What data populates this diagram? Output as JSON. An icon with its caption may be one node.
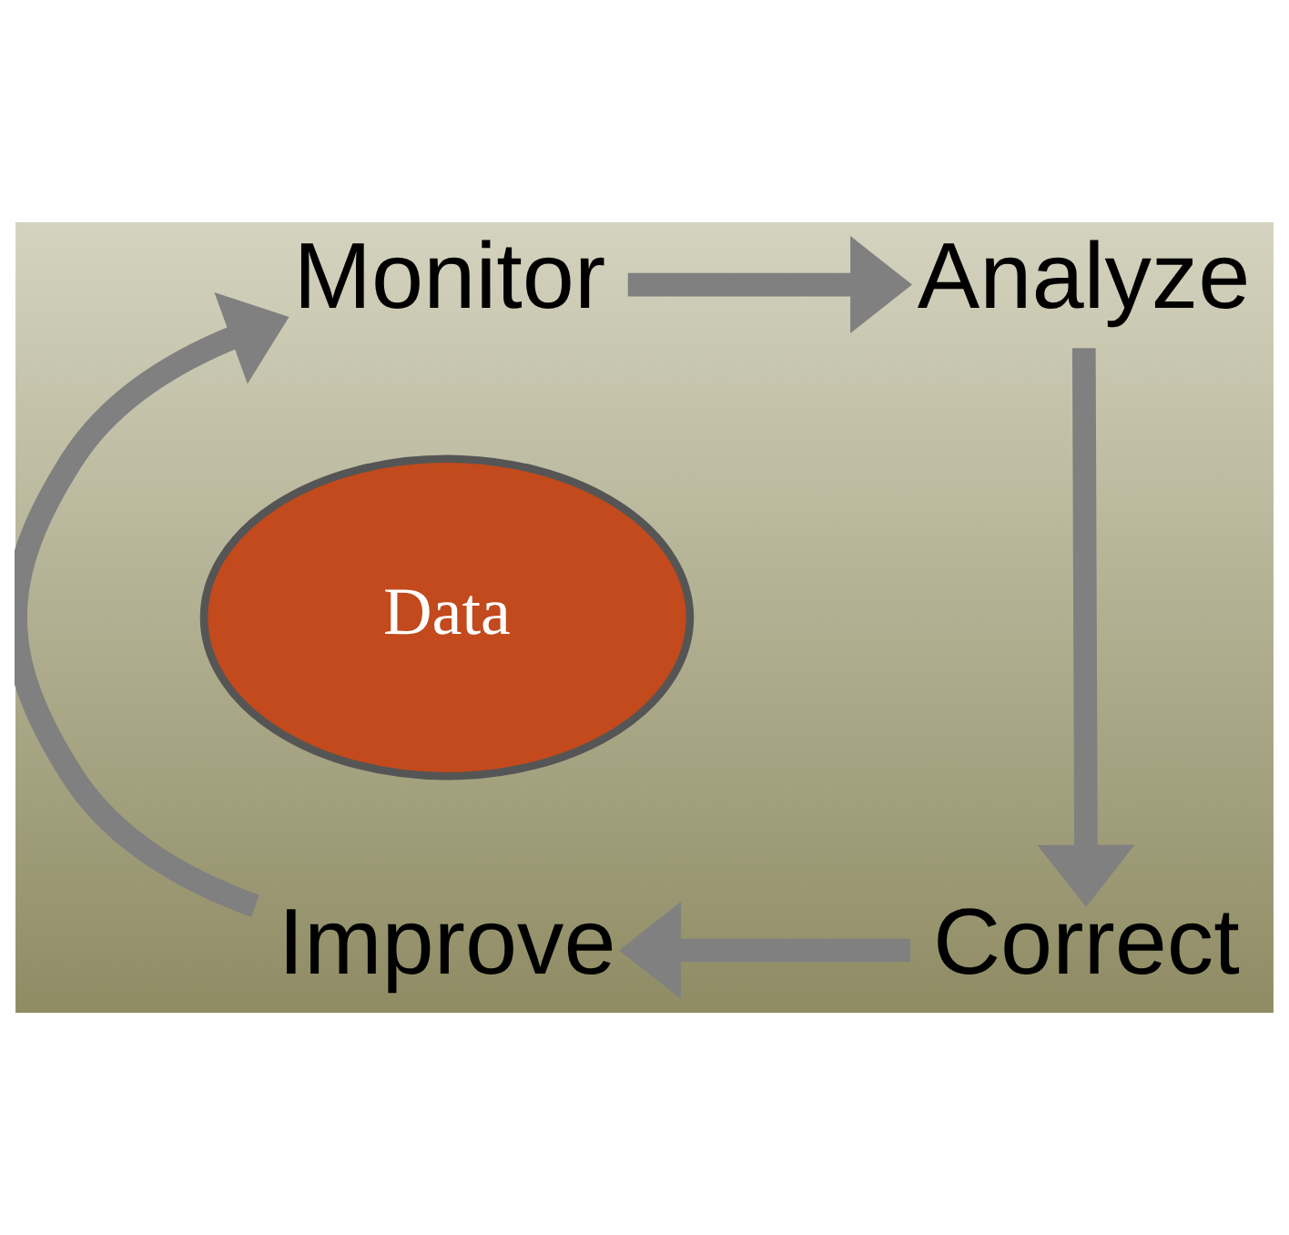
{
  "diagram": {
    "nodes": [
      {
        "text": [
          "Monitor"
        ]
      },
      {
        "text": [
          "Analyze"
        ]
      },
      {
        "text": [
          "Correct"
        ]
      },
      {
        "text": [
          "Improve"
        ]
      },
      {
        "text": [
          "Data"
        ]
      }
    ],
    "edges": [
      {
        "from": 0,
        "to": 1,
        "arrow": "to"
      },
      {
        "from": 1,
        "to": 2,
        "arrow": "to"
      },
      {
        "from": 2,
        "to": 3,
        "arrow": "to"
      },
      {
        "from": 3,
        "to": 0,
        "arrow": "to"
      }
    ]
  }
}
